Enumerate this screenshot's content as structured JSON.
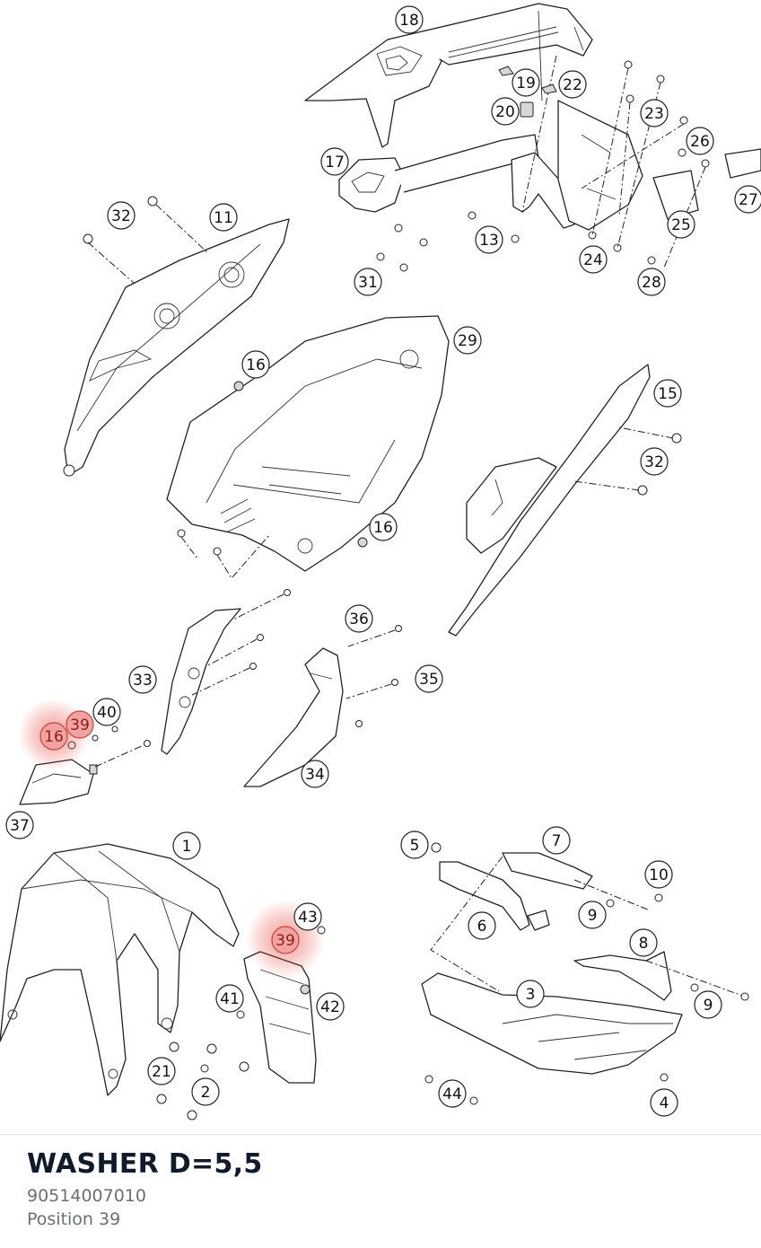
{
  "diagram": {
    "callouts": [
      {
        "label": "18",
        "highlighted": false
      },
      {
        "label": "19",
        "highlighted": false
      },
      {
        "label": "22",
        "highlighted": false
      },
      {
        "label": "20",
        "highlighted": false
      },
      {
        "label": "23",
        "highlighted": false
      },
      {
        "label": "26",
        "highlighted": false
      },
      {
        "label": "17",
        "highlighted": false
      },
      {
        "label": "27",
        "highlighted": false
      },
      {
        "label": "25",
        "highlighted": false
      },
      {
        "label": "32",
        "highlighted": false
      },
      {
        "label": "11",
        "highlighted": false
      },
      {
        "label": "13",
        "highlighted": false
      },
      {
        "label": "24",
        "highlighted": false
      },
      {
        "label": "28",
        "highlighted": false
      },
      {
        "label": "31",
        "highlighted": false
      },
      {
        "label": "29",
        "highlighted": false
      },
      {
        "label": "16",
        "highlighted": false
      },
      {
        "label": "15",
        "highlighted": false
      },
      {
        "label": "32",
        "highlighted": false
      },
      {
        "label": "16",
        "highlighted": false
      },
      {
        "label": "36",
        "highlighted": false
      },
      {
        "label": "33",
        "highlighted": false
      },
      {
        "label": "35",
        "highlighted": false
      },
      {
        "label": "40",
        "highlighted": false
      },
      {
        "label": "39",
        "highlighted": true
      },
      {
        "label": "16",
        "highlighted": true
      },
      {
        "label": "34",
        "highlighted": false
      },
      {
        "label": "37",
        "highlighted": false
      },
      {
        "label": "1",
        "highlighted": false
      },
      {
        "label": "5",
        "highlighted": false
      },
      {
        "label": "7",
        "highlighted": false
      },
      {
        "label": "10",
        "highlighted": false
      },
      {
        "label": "43",
        "highlighted": false
      },
      {
        "label": "39",
        "highlighted": true
      },
      {
        "label": "9",
        "highlighted": false
      },
      {
        "label": "6",
        "highlighted": false
      },
      {
        "label": "8",
        "highlighted": false
      },
      {
        "label": "41",
        "highlighted": false
      },
      {
        "label": "42",
        "highlighted": false
      },
      {
        "label": "3",
        "highlighted": false
      },
      {
        "label": "9",
        "highlighted": false
      },
      {
        "label": "21",
        "highlighted": false
      },
      {
        "label": "2",
        "highlighted": false
      },
      {
        "label": "44",
        "highlighted": false
      },
      {
        "label": "4",
        "highlighted": false
      }
    ],
    "highlight_color": "#c9413b"
  },
  "part": {
    "title": "WASHER D=5,5",
    "number": "90514007010",
    "position": "Position 39"
  }
}
